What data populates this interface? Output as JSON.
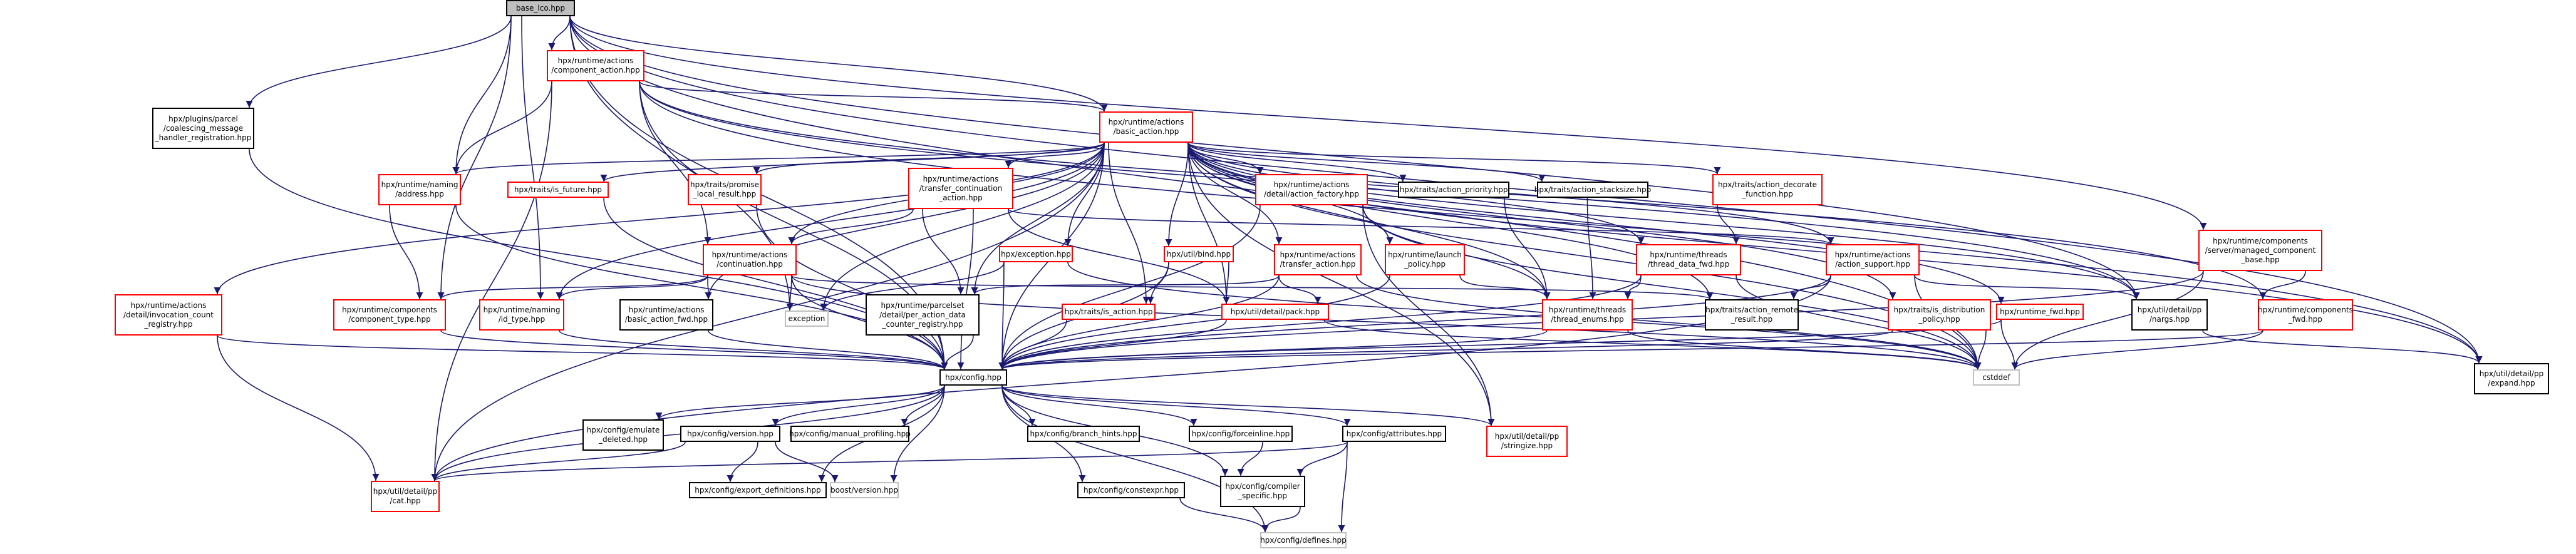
{
  "colors": {
    "edge": "#191970",
    "doc_node_border": "#ff0000",
    "plain_node_border": "#000000",
    "external_node_border": "#bfbfbf",
    "root_fill": "#bfbfbf"
  },
  "nodes": [
    {
      "id": "base_lco",
      "lines": [
        "base_lco.hpp"
      ],
      "style": "root"
    },
    {
      "id": "component_action",
      "lines": [
        "hpx/runtime/actions",
        "/component_action.hpp"
      ],
      "style": "red"
    },
    {
      "id": "coalescing",
      "lines": [
        "hpx/plugins/parcel",
        "/coalescing_message",
        "_handler_registration.hpp"
      ],
      "style": "black"
    },
    {
      "id": "basic_action",
      "lines": [
        "hpx/runtime/actions",
        "/basic_action.hpp"
      ],
      "style": "red"
    },
    {
      "id": "naming_address",
      "lines": [
        "hpx/runtime/naming",
        "/address.hpp"
      ],
      "style": "red"
    },
    {
      "id": "is_future",
      "lines": [
        "hpx/traits/is_future.hpp"
      ],
      "style": "red"
    },
    {
      "id": "promise_local",
      "lines": [
        "hpx/traits/promise",
        "_local_result.hpp"
      ],
      "style": "red"
    },
    {
      "id": "transfer_cont",
      "lines": [
        "hpx/runtime/actions",
        "/transfer_continuation",
        "_action.hpp"
      ],
      "style": "red"
    },
    {
      "id": "action_factory",
      "lines": [
        "hpx/runtime/actions",
        "/detail/action_factory.hpp"
      ],
      "style": "red"
    },
    {
      "id": "action_priority",
      "lines": [
        "hpx/traits/action_priority.hpp"
      ],
      "style": "black"
    },
    {
      "id": "action_stacksize",
      "lines": [
        "hpx/traits/action_stacksize.hpp"
      ],
      "style": "black"
    },
    {
      "id": "action_decorate",
      "lines": [
        "hpx/traits/action_decorate",
        "_function.hpp"
      ],
      "style": "red"
    },
    {
      "id": "managed_component",
      "lines": [
        "hpx/runtime/components",
        "/server/managed_component",
        "_base.hpp"
      ],
      "style": "red"
    },
    {
      "id": "invocation_count",
      "lines": [
        "hpx/runtime/actions",
        "/detail/invocation_count",
        "_registry.hpp"
      ],
      "style": "red"
    },
    {
      "id": "component_type",
      "lines": [
        "hpx/runtime/components",
        "/component_type.hpp"
      ],
      "style": "red"
    },
    {
      "id": "continuation",
      "lines": [
        "hpx/runtime/actions",
        "/continuation.hpp"
      ],
      "style": "red"
    },
    {
      "id": "exception",
      "lines": [
        "hpx/exception.hpp"
      ],
      "style": "red"
    },
    {
      "id": "bind",
      "lines": [
        "hpx/util/bind.hpp"
      ],
      "style": "red"
    },
    {
      "id": "transfer_action",
      "lines": [
        "hpx/runtime/actions",
        "/transfer_action.hpp"
      ],
      "style": "red"
    },
    {
      "id": "launch_policy",
      "lines": [
        "hpx/runtime/launch",
        "_policy.hpp"
      ],
      "style": "red"
    },
    {
      "id": "thread_data_fwd",
      "lines": [
        "hpx/runtime/threads",
        "/thread_data_fwd.hpp"
      ],
      "style": "red"
    },
    {
      "id": "action_support",
      "lines": [
        "hpx/runtime/actions",
        "/action_support.hpp"
      ],
      "style": "red"
    },
    {
      "id": "is_distribution",
      "lines": [
        "hpx/traits/is_distribution",
        "_policy.hpp"
      ],
      "style": "red"
    },
    {
      "id": "runtime_fwd",
      "lines": [
        "hpx/runtime_fwd.hpp"
      ],
      "style": "red"
    },
    {
      "id": "components_fwd",
      "lines": [
        "hpx/runtime/components",
        "_fwd.hpp"
      ],
      "style": "red"
    },
    {
      "id": "id_type",
      "lines": [
        "hpx/runtime/naming",
        "/id_type.hpp"
      ],
      "style": "red"
    },
    {
      "id": "basic_action_fwd",
      "lines": [
        "hpx/runtime/actions",
        "/basic_action_fwd.hpp"
      ],
      "style": "black"
    },
    {
      "id": "exception_std",
      "lines": [
        "exception"
      ],
      "style": "grey"
    },
    {
      "id": "per_action_data",
      "lines": [
        "hpx/runtime/parcelset",
        "/detail/per_action_data",
        "_counter_registry.hpp"
      ],
      "style": "black"
    },
    {
      "id": "is_action",
      "lines": [
        "hpx/traits/is_action.hpp"
      ],
      "style": "red"
    },
    {
      "id": "pack",
      "lines": [
        "hpx/util/detail/pack.hpp"
      ],
      "style": "red"
    },
    {
      "id": "thread_enums",
      "lines": [
        "hpx/runtime/threads",
        "/thread_enums.hpp"
      ],
      "style": "red"
    },
    {
      "id": "action_remote",
      "lines": [
        "hpx/traits/action_remote",
        "_result.hpp"
      ],
      "style": "black"
    },
    {
      "id": "nargs",
      "lines": [
        "hpx/util/detail/pp",
        "/nargs.hpp"
      ],
      "style": "black"
    },
    {
      "id": "config",
      "lines": [
        "hpx/config.hpp"
      ],
      "style": "black"
    },
    {
      "id": "cstddef",
      "lines": [
        "cstddef"
      ],
      "style": "grey"
    },
    {
      "id": "expand",
      "lines": [
        "hpx/util/detail/pp",
        "/expand.hpp"
      ],
      "style": "black"
    },
    {
      "id": "emulate_deleted",
      "lines": [
        "hpx/config/emulate",
        "_deleted.hpp"
      ],
      "style": "black"
    },
    {
      "id": "version",
      "lines": [
        "hpx/config/version.hpp"
      ],
      "style": "black"
    },
    {
      "id": "manual_profiling",
      "lines": [
        "hpx/config/manual_profiling.hpp"
      ],
      "style": "black"
    },
    {
      "id": "branch_hints",
      "lines": [
        "hpx/config/branch_hints.hpp"
      ],
      "style": "black"
    },
    {
      "id": "forceinline",
      "lines": [
        "hpx/config/forceinline.hpp"
      ],
      "style": "black"
    },
    {
      "id": "attributes",
      "lines": [
        "hpx/config/attributes.hpp"
      ],
      "style": "black"
    },
    {
      "id": "stringize",
      "lines": [
        "hpx/util/detail/pp",
        "/stringize.hpp"
      ],
      "style": "red"
    },
    {
      "id": "cat",
      "lines": [
        "hpx/util/detail/pp",
        "/cat.hpp"
      ],
      "style": "red"
    },
    {
      "id": "export_definitions",
      "lines": [
        "hpx/config/export_definitions.hpp"
      ],
      "style": "black"
    },
    {
      "id": "boost_version",
      "lines": [
        "boost/version.hpp"
      ],
      "style": "grey"
    },
    {
      "id": "constexpr",
      "lines": [
        "hpx/config/constexpr.hpp"
      ],
      "style": "black"
    },
    {
      "id": "compiler_specific",
      "lines": [
        "hpx/config/compiler",
        "_specific.hpp"
      ],
      "style": "black"
    },
    {
      "id": "defines",
      "lines": [
        "hpx/config/defines.hpp"
      ],
      "style": "grey"
    }
  ],
  "edges": [
    [
      "base_lco",
      "component_action"
    ],
    [
      "base_lco",
      "coalescing"
    ],
    [
      "base_lco",
      "basic_action"
    ],
    [
      "base_lco",
      "naming_address"
    ],
    [
      "base_lco",
      "component_type"
    ],
    [
      "base_lco",
      "id_type"
    ],
    [
      "base_lco",
      "exception_std"
    ],
    [
      "base_lco",
      "config"
    ],
    [
      "base_lco",
      "nargs"
    ],
    [
      "base_lco",
      "expand"
    ],
    [
      "base_lco",
      "cstddef"
    ],
    [
      "base_lco",
      "managed_component"
    ],
    [
      "component_action",
      "basic_action"
    ],
    [
      "component_action",
      "naming_address"
    ],
    [
      "component_action",
      "continuation"
    ],
    [
      "component_action",
      "config"
    ],
    [
      "component_action",
      "cat"
    ],
    [
      "component_action",
      "nargs"
    ],
    [
      "component_action",
      "expand"
    ],
    [
      "component_action",
      "components_fwd"
    ],
    [
      "coalescing",
      "config"
    ],
    [
      "basic_action",
      "naming_address"
    ],
    [
      "basic_action",
      "is_future"
    ],
    [
      "basic_action",
      "promise_local"
    ],
    [
      "basic_action",
      "transfer_cont"
    ],
    [
      "basic_action",
      "action_factory"
    ],
    [
      "basic_action",
      "action_priority"
    ],
    [
      "basic_action",
      "action_stacksize"
    ],
    [
      "basic_action",
      "action_decorate"
    ],
    [
      "basic_action",
      "invocation_count"
    ],
    [
      "basic_action",
      "continuation"
    ],
    [
      "basic_action",
      "exception"
    ],
    [
      "basic_action",
      "bind"
    ],
    [
      "basic_action",
      "transfer_action"
    ],
    [
      "basic_action",
      "launch_policy"
    ],
    [
      "basic_action",
      "thread_data_fwd"
    ],
    [
      "basic_action",
      "action_support"
    ],
    [
      "basic_action",
      "is_distribution"
    ],
    [
      "basic_action",
      "runtime_fwd"
    ],
    [
      "basic_action",
      "id_type"
    ],
    [
      "basic_action",
      "basic_action_fwd"
    ],
    [
      "basic_action",
      "exception_std"
    ],
    [
      "basic_action",
      "per_action_data"
    ],
    [
      "basic_action",
      "is_action"
    ],
    [
      "basic_action",
      "pack"
    ],
    [
      "basic_action",
      "thread_enums"
    ],
    [
      "basic_action",
      "action_remote"
    ],
    [
      "basic_action",
      "nargs"
    ],
    [
      "basic_action",
      "config"
    ],
    [
      "basic_action",
      "cstddef"
    ],
    [
      "basic_action",
      "expand"
    ],
    [
      "basic_action",
      "cat"
    ],
    [
      "basic_action",
      "stringize"
    ],
    [
      "naming_address",
      "component_type"
    ],
    [
      "naming_address",
      "config"
    ],
    [
      "is_future",
      "config"
    ],
    [
      "promise_local",
      "config"
    ],
    [
      "transfer_cont",
      "continuation"
    ],
    [
      "transfer_cont",
      "per_action_data"
    ],
    [
      "transfer_cont",
      "pack"
    ],
    [
      "transfer_cont",
      "config"
    ],
    [
      "transfer_cont",
      "action_support"
    ],
    [
      "action_factory",
      "config"
    ],
    [
      "action_factory",
      "thread_enums"
    ],
    [
      "action_factory",
      "cstddef"
    ],
    [
      "action_factory",
      "stringize"
    ],
    [
      "action_priority",
      "thread_enums"
    ],
    [
      "action_stacksize",
      "thread_enums"
    ],
    [
      "action_decorate",
      "thread_data_fwd"
    ],
    [
      "managed_component",
      "components_fwd"
    ],
    [
      "managed_component",
      "cstddef"
    ],
    [
      "managed_component",
      "config"
    ],
    [
      "invocation_count",
      "config"
    ],
    [
      "invocation_count",
      "cat"
    ],
    [
      "component_type",
      "config"
    ],
    [
      "continuation",
      "component_type"
    ],
    [
      "continuation",
      "id_type"
    ],
    [
      "continuation",
      "basic_action_fwd"
    ],
    [
      "continuation",
      "exception_std"
    ],
    [
      "continuation",
      "config"
    ],
    [
      "continuation",
      "action_remote"
    ],
    [
      "continuation",
      "cstddef"
    ],
    [
      "exception",
      "exception_std"
    ],
    [
      "exception",
      "config"
    ],
    [
      "exception",
      "cstddef"
    ],
    [
      "bind",
      "is_action"
    ],
    [
      "bind",
      "pack"
    ],
    [
      "bind",
      "config"
    ],
    [
      "transfer_action",
      "per_action_data"
    ],
    [
      "transfer_action",
      "pack"
    ],
    [
      "transfer_action",
      "config"
    ],
    [
      "transfer_action",
      "cstddef"
    ],
    [
      "launch_policy",
      "config"
    ],
    [
      "launch_policy",
      "thread_enums"
    ],
    [
      "thread_data_fwd",
      "thread_enums"
    ],
    [
      "thread_data_fwd",
      "config"
    ],
    [
      "thread_data_fwd",
      "cstddef"
    ],
    [
      "action_support",
      "action_remote"
    ],
    [
      "action_support",
      "config"
    ],
    [
      "action_support",
      "nargs"
    ],
    [
      "action_support",
      "cstddef"
    ],
    [
      "action_support",
      "cat"
    ],
    [
      "is_distribution",
      "config"
    ],
    [
      "is_distribution",
      "cstddef"
    ],
    [
      "runtime_fwd",
      "config"
    ],
    [
      "runtime_fwd",
      "cstddef"
    ],
    [
      "components_fwd",
      "config"
    ],
    [
      "components_fwd",
      "cstddef"
    ],
    [
      "id_type",
      "config"
    ],
    [
      "basic_action_fwd",
      "config"
    ],
    [
      "per_action_data",
      "config"
    ],
    [
      "is_action",
      "config"
    ],
    [
      "pack",
      "config"
    ],
    [
      "pack",
      "cstddef"
    ],
    [
      "thread_enums",
      "config"
    ],
    [
      "thread_enums",
      "cstddef"
    ],
    [
      "nargs",
      "expand"
    ],
    [
      "config",
      "emulate_deleted"
    ],
    [
      "config",
      "version"
    ],
    [
      "config",
      "manual_profiling"
    ],
    [
      "config",
      "branch_hints"
    ],
    [
      "config",
      "forceinline"
    ],
    [
      "config",
      "attributes"
    ],
    [
      "config",
      "stringize"
    ],
    [
      "config",
      "cat"
    ],
    [
      "config",
      "export_definitions"
    ],
    [
      "config",
      "boost_version"
    ],
    [
      "config",
      "constexpr"
    ],
    [
      "config",
      "compiler_specific"
    ],
    [
      "config",
      "defines"
    ],
    [
      "version",
      "cat"
    ],
    [
      "version",
      "export_definitions"
    ],
    [
      "version",
      "boost_version"
    ],
    [
      "forceinline",
      "compiler_specific"
    ],
    [
      "attributes",
      "compiler_specific"
    ],
    [
      "attributes",
      "defines"
    ],
    [
      "attributes",
      "cat"
    ],
    [
      "constexpr",
      "defines"
    ],
    [
      "compiler_specific",
      "defines"
    ]
  ]
}
